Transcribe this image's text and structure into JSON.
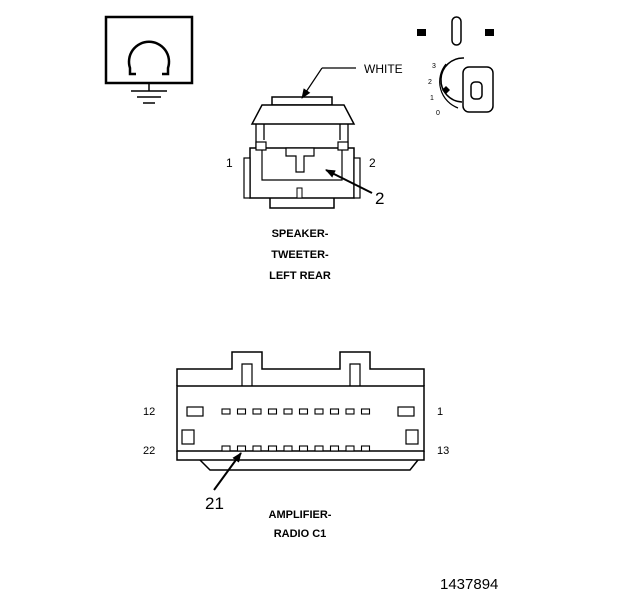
{
  "tweeter": {
    "wire_color_label": "WHITE",
    "pin_left": "1",
    "pin_right": "2",
    "callout": "2",
    "caption_lines": [
      "SPEAKER-",
      "TWEETER-",
      "LEFT REAR"
    ]
  },
  "ignition": {
    "positions": [
      "3",
      "2",
      "1",
      "0"
    ]
  },
  "amplifier": {
    "pin_top_left": "12",
    "pin_top_right": "1",
    "pin_bottom_left": "22",
    "pin_bottom_right": "13",
    "callout": "21",
    "caption_lines": [
      "AMPLIFIER-",
      "RADIO C1"
    ]
  },
  "figure_number": "1437894"
}
